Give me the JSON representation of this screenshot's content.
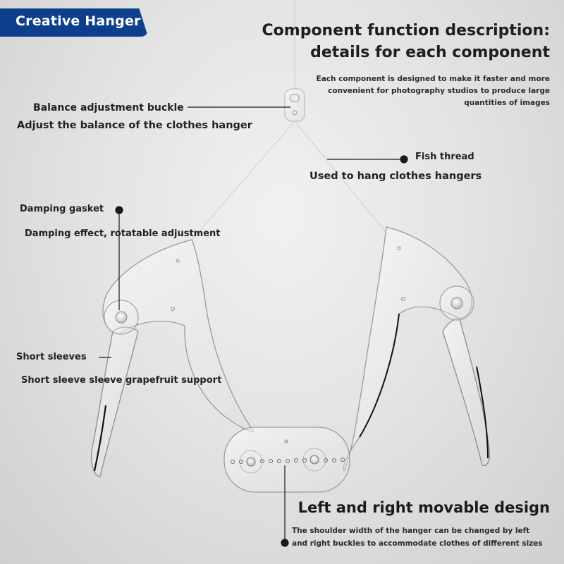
{
  "brand": {
    "label": "Creative Hanger"
  },
  "header": {
    "title_line1": "Component function description:",
    "title_line2": "details for each component",
    "intro_line1": "Each component is designed to make it faster and more",
    "intro_line2": "convenient for photography studios to produce large",
    "intro_line3": "quantities of images"
  },
  "callouts": {
    "balance": {
      "title": "Balance adjustment buckle",
      "desc": "Adjust the balance of the clothes hanger"
    },
    "fish_thread": {
      "title": "Fish thread",
      "desc": "Used to hang clothes hangers"
    },
    "damping": {
      "title": "Damping gasket",
      "desc": "Damping effect, rotatable adjustment"
    },
    "sleeves": {
      "title": "Short sleeves",
      "desc": "Short sleeve sleeve grapefruit support"
    },
    "movable": {
      "title": "Left and right movable design",
      "desc_line1": "The shoulder width of the hanger can be changed by left",
      "desc_line2": "and right buckles to accommodate clothes of different sizes"
    }
  },
  "colors": {
    "brand_blue": "#0e3f8c",
    "text": "#1d1d1d"
  }
}
